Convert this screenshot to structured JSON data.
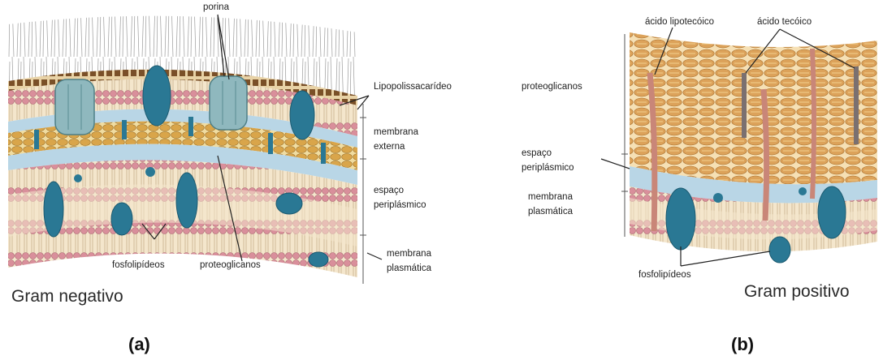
{
  "panel_a": {
    "title": "Gram negativo",
    "letter": "(a)",
    "labels": {
      "porina": "porina",
      "lipopolissacarideo": "Lipopolissacarídeo",
      "membrana_externa_1": "membrana",
      "membrana_externa_2": "externa",
      "espaco_1": "espaço",
      "espaco_2": "periplásmico",
      "membrana_plasmatica_1": "membrana",
      "membrana_plasmatica_2": "plasmática",
      "fosfolipideos": "fosfolipídeos",
      "proteoglicanos": "proteoglicanos"
    }
  },
  "panel_b": {
    "title": "Gram positivo",
    "letter": "(b)",
    "labels": {
      "acido_lipoteicoico": "ácido lipotecóico",
      "acido_teicoico": "ácido tecóico",
      "proteoglicanos": "proteoglicanos",
      "espaco_1": "espaço",
      "espaco_2": "periplásmico",
      "membrana_plasmatica_1": "membrana",
      "membrana_plasmatica_2": "plasmática",
      "fosfolipideos": "fosfolipídeos"
    }
  },
  "colors": {
    "lipid_head": "#d98f9b",
    "lipid_tail": "#f3e2c4",
    "protein": "#2a7894",
    "porin": "#8fb8be",
    "periplasm": "#b9d6e6",
    "peptidoglycan": "#d9a54a",
    "lps": "#7a5028"
  }
}
